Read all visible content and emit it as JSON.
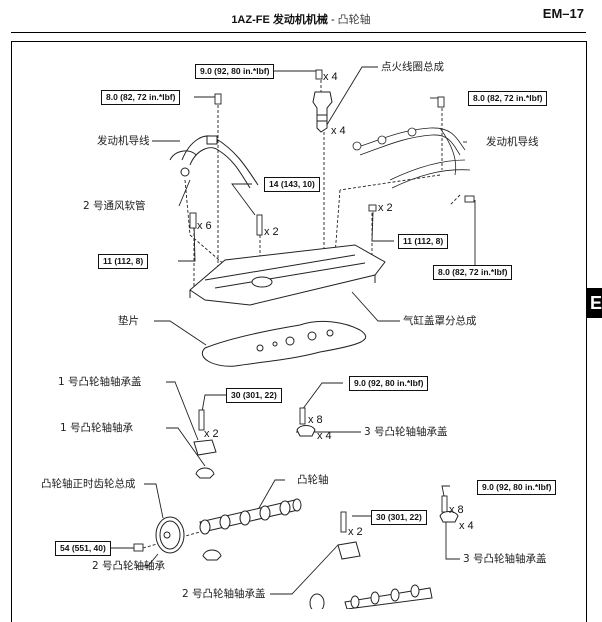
{
  "header": {
    "engine": "1AZ-FE",
    "section": "发动机机械",
    "separator": "-",
    "subsection": "凸轮轴",
    "page_number": "EM–17"
  },
  "side_tab": {
    "letter": "E"
  },
  "torque_specs": {
    "coil_bolt": "9.0 (92, 80 in.*lbf)",
    "harness_bolt_left": "8.0 (82, 72 in.*lbf)",
    "harness_bolt_right_top": "8.0 (82, 72 in.*lbf)",
    "harness_bolt_right_bottom": "8.0 (82, 72 in.*lbf)",
    "cover_bolt_center": "14 (143, 10)",
    "cover_nut_left": "11 (112, 8)",
    "cover_nut_right": "11 (112, 8)",
    "cap1_bolt": "30 (301, 22)",
    "cap3_bolt_upper": "9.0 (92, 80 in.*lbf)",
    "cap2_bolt": "30 (301, 22)",
    "cap3_bolt_lower": "9.0 (92, 80 in.*lbf)",
    "gear_bolt": "54 (551, 40)"
  },
  "quantities": {
    "coil_bolt": "x 4",
    "coil": "x 4",
    "cover_nut_left": "x 6",
    "cover_bolt_center": "x 2",
    "cover_nut_right": "x 2",
    "cap1_bolt": "x 2",
    "cap3_bolt_upper": "x 8",
    "cap3_upper": "x 4",
    "cap2_bolt": "x 2",
    "cap3_bolt_lower": "x 8",
    "cap3_lower": "x 4"
  },
  "part_labels": {
    "ignition_coil": "点火线圈总成",
    "engine_wire_left": "发动机导线",
    "engine_wire_right": "发动机导线",
    "ventilation_hose": "2 号通风软管",
    "cylinder_head_cover": "气缸盖罩分总成",
    "gasket": "垫片",
    "bearing_cap_1": "1 号凸轮轴轴承盖",
    "bearing_1": "1 号凸轮轴轴承",
    "bearing_cap_3_upper": "3 号凸轮轴轴承盖",
    "timing_gear": "凸轮轴正时齿轮总成",
    "camshaft": "凸轮轴",
    "bearing_2": "2 号凸轮轴轴承",
    "bearing_cap_2": "2 号凸轮轴轴承盖",
    "bearing_cap_3_lower": "3 号凸轮轴轴承盖"
  }
}
